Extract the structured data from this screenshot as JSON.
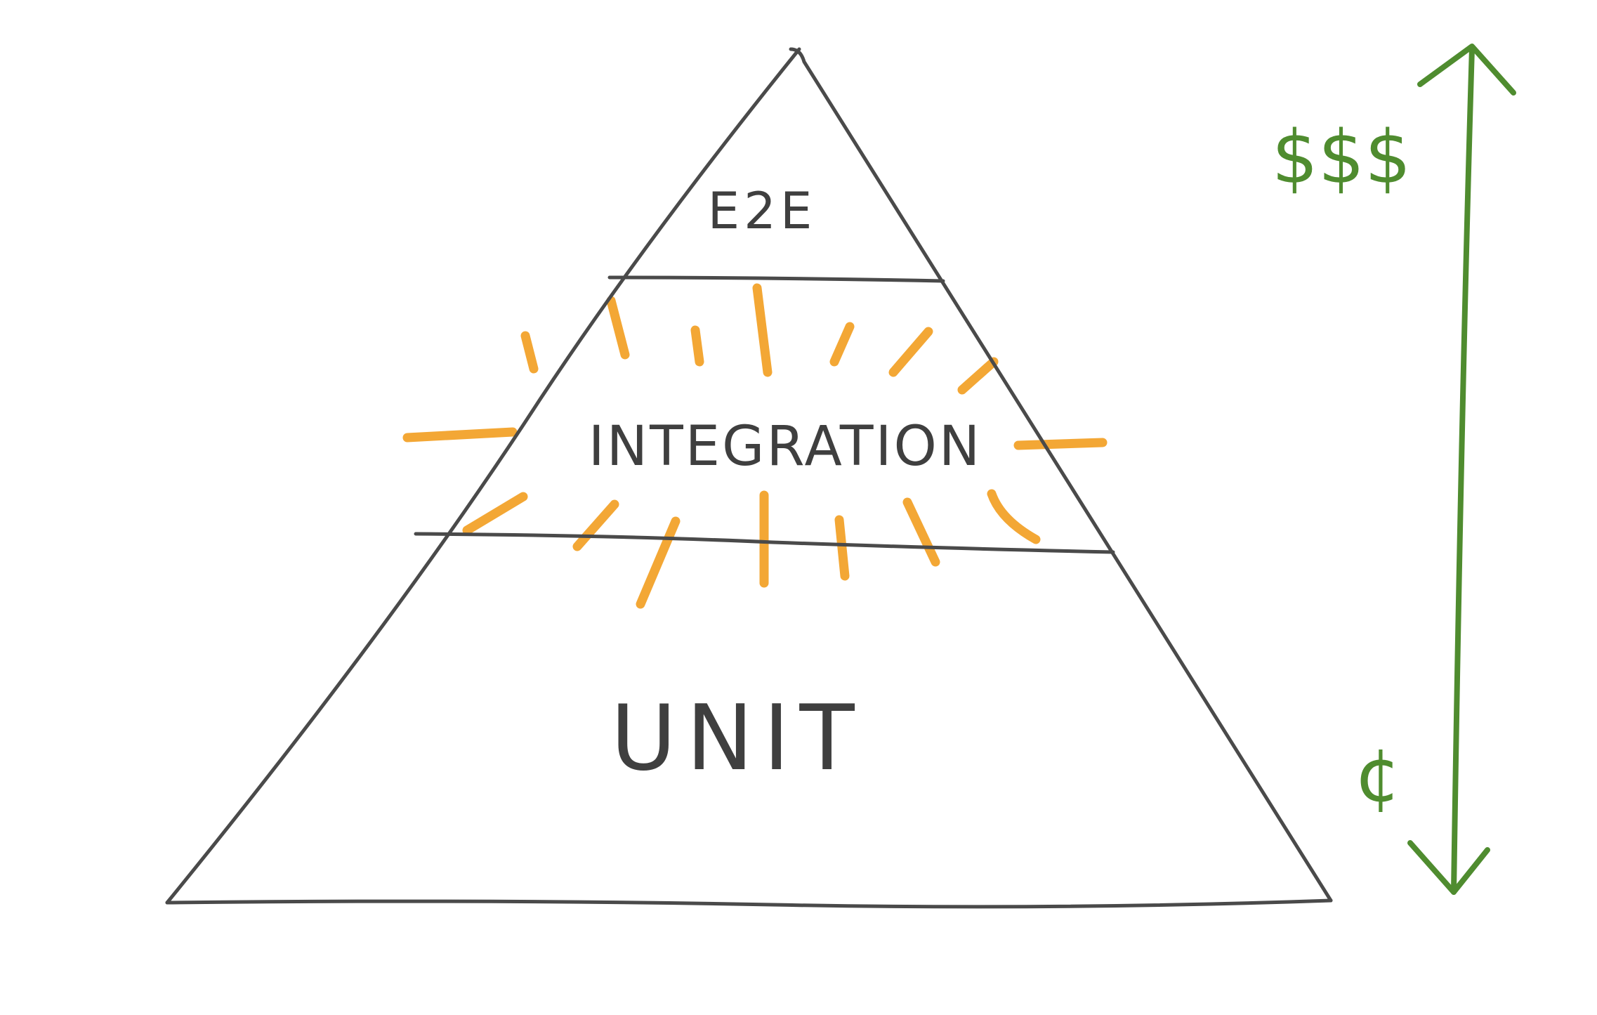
{
  "diagram": {
    "layers": [
      {
        "id": "e2e",
        "label": "E2E"
      },
      {
        "id": "integration",
        "label": "INTEGRATION"
      },
      {
        "id": "unit",
        "label": "UNIT"
      }
    ],
    "cost_axis": {
      "high_label": "$$$",
      "low_label": "¢"
    }
  },
  "colors": {
    "outline": "#4a4a4a",
    "text": "#3f3f3f",
    "highlight": "#f3a735",
    "axis": "#4f8c2f"
  },
  "icons": {
    "cost_arrow": "double-headed-arrow-icon"
  }
}
